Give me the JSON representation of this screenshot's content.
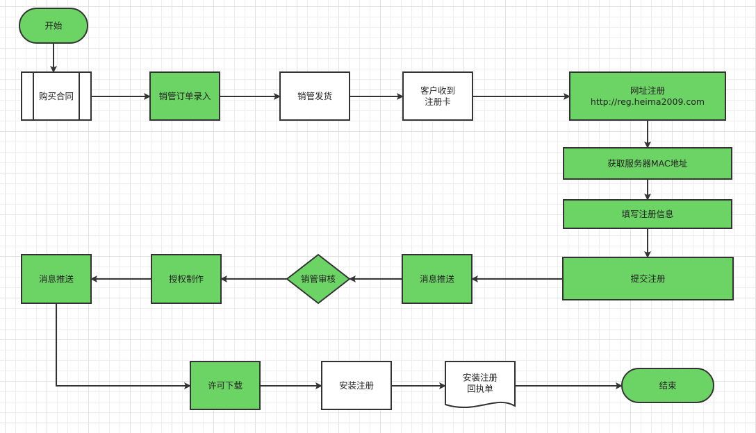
{
  "colors": {
    "green_fill": "#6cd465",
    "white_fill": "#ffffff",
    "stroke": "#333333",
    "text": "#222222"
  },
  "nodes": [
    {
      "id": "start",
      "shape": "terminator",
      "fill": "green",
      "lines": [
        "开始"
      ]
    },
    {
      "id": "buy-contract",
      "shape": "predefined-process",
      "fill": "white",
      "lines": [
        "购买合同"
      ]
    },
    {
      "id": "order-entry",
      "shape": "process",
      "fill": "green",
      "lines": [
        "销管订单录入"
      ]
    },
    {
      "id": "ship",
      "shape": "process",
      "fill": "white",
      "lines": [
        "销管发货"
      ]
    },
    {
      "id": "receive-card",
      "shape": "process",
      "fill": "white",
      "lines": [
        "客户收到",
        "注册卡"
      ]
    },
    {
      "id": "web-register",
      "shape": "process",
      "fill": "green",
      "lines": [
        "网址注册",
        "http://reg.heima2009.com"
      ]
    },
    {
      "id": "get-mac",
      "shape": "process",
      "fill": "green",
      "lines": [
        "获取服务器MAC地址"
      ]
    },
    {
      "id": "fill-info",
      "shape": "process",
      "fill": "green",
      "lines": [
        "填写注册信息"
      ]
    },
    {
      "id": "submit",
      "shape": "process",
      "fill": "green",
      "lines": [
        "提交注册"
      ]
    },
    {
      "id": "push-1",
      "shape": "process",
      "fill": "green",
      "lines": [
        "消息推送"
      ]
    },
    {
      "id": "review",
      "shape": "decision",
      "fill": "green",
      "lines": [
        "销管审核"
      ]
    },
    {
      "id": "authorize",
      "shape": "process",
      "fill": "green",
      "lines": [
        "授权制作"
      ]
    },
    {
      "id": "push-2",
      "shape": "process",
      "fill": "green",
      "lines": [
        "消息推送"
      ]
    },
    {
      "id": "download",
      "shape": "process",
      "fill": "green",
      "lines": [
        "许可下载"
      ]
    },
    {
      "id": "install",
      "shape": "process",
      "fill": "white",
      "lines": [
        "安装注册"
      ]
    },
    {
      "id": "receipt",
      "shape": "document",
      "fill": "white",
      "lines": [
        "安装注册",
        "回执单"
      ]
    },
    {
      "id": "end",
      "shape": "terminator",
      "fill": "green",
      "lines": [
        "结束"
      ]
    }
  ],
  "edges": [
    {
      "from": "start",
      "to": "buy-contract"
    },
    {
      "from": "buy-contract",
      "to": "order-entry"
    },
    {
      "from": "order-entry",
      "to": "ship"
    },
    {
      "from": "ship",
      "to": "receive-card"
    },
    {
      "from": "receive-card",
      "to": "web-register"
    },
    {
      "from": "web-register",
      "to": "get-mac"
    },
    {
      "from": "get-mac",
      "to": "fill-info"
    },
    {
      "from": "fill-info",
      "to": "submit"
    },
    {
      "from": "submit",
      "to": "push-1"
    },
    {
      "from": "push-1",
      "to": "review"
    },
    {
      "from": "review",
      "to": "authorize"
    },
    {
      "from": "authorize",
      "to": "push-2"
    },
    {
      "from": "push-2",
      "to": "download"
    },
    {
      "from": "download",
      "to": "install"
    },
    {
      "from": "install",
      "to": "receipt"
    },
    {
      "from": "receipt",
      "to": "end"
    }
  ]
}
